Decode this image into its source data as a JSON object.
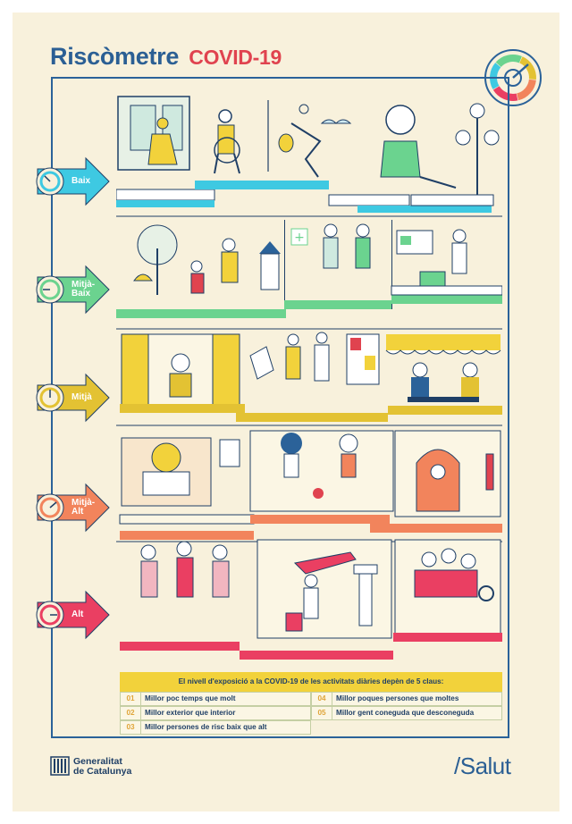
{
  "title": {
    "part1": "Riscòmetre",
    "part2": "COVID-19"
  },
  "levels": [
    {
      "label": "Baix",
      "color": "#3ec9e2"
    },
    {
      "label": "Mitjà-\nBaix",
      "color": "#6bd38f"
    },
    {
      "label": "Mitjà",
      "color": "#e3c233"
    },
    {
      "label": "Mitjà-\nAlt",
      "color": "#f2845c"
    },
    {
      "label": "Alt",
      "color": "#ea3f62"
    }
  ],
  "keys": {
    "heading": "El nivell d'exposició a la COVID-19 de les activitats diàries depèn de 5 claus:",
    "items": [
      {
        "num": "01",
        "text": "Millor poc temps que molt"
      },
      {
        "num": "02",
        "text": "Millor exterior que interior"
      },
      {
        "num": "03",
        "text": "Millor persones de risc baix que alt"
      },
      {
        "num": "04",
        "text": "Millor poques persones que moltes"
      },
      {
        "num": "05",
        "text": "Millor gent coneguda que desconeguda"
      }
    ]
  },
  "footer": {
    "org_line1": "Generalitat",
    "org_line2": "de Catalunya",
    "brand": "/Salut"
  },
  "colors": {
    "navy": "#1f3f66",
    "blue": "#2b5f94",
    "red": "#e0434f",
    "cream": "#f8f1dc"
  }
}
